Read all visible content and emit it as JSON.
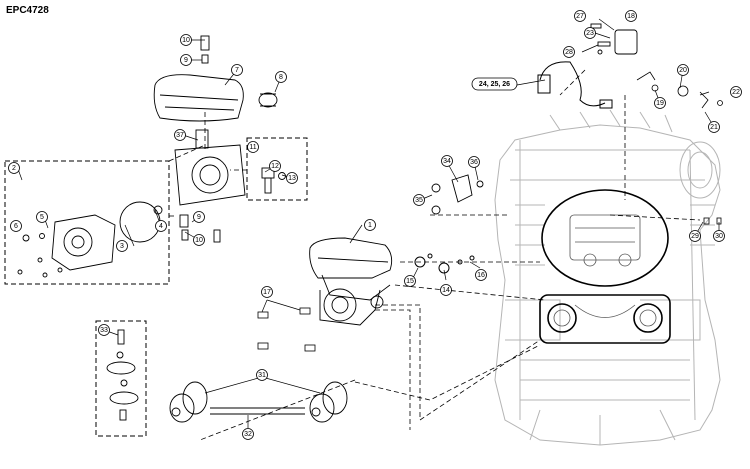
{
  "document_id": "EPC4728",
  "callouts": [
    {
      "id": "c1",
      "label": "1"
    },
    {
      "id": "c2",
      "label": "2"
    },
    {
      "id": "c3",
      "label": "3"
    },
    {
      "id": "c4",
      "label": "4"
    },
    {
      "id": "c5",
      "label": "5"
    },
    {
      "id": "c6",
      "label": "6"
    },
    {
      "id": "c7",
      "label": "7"
    },
    {
      "id": "c8",
      "label": "8"
    },
    {
      "id": "c9a",
      "label": "9"
    },
    {
      "id": "c9b",
      "label": "9"
    },
    {
      "id": "c10a",
      "label": "10"
    },
    {
      "id": "c10b",
      "label": "10"
    },
    {
      "id": "c11",
      "label": "11"
    },
    {
      "id": "c12",
      "label": "12"
    },
    {
      "id": "c13",
      "label": "13"
    },
    {
      "id": "c14",
      "label": "14"
    },
    {
      "id": "c15",
      "label": "15"
    },
    {
      "id": "c16",
      "label": "16"
    },
    {
      "id": "c17",
      "label": "17"
    },
    {
      "id": "c18",
      "label": "18"
    },
    {
      "id": "c19",
      "label": "19"
    },
    {
      "id": "c20",
      "label": "20"
    },
    {
      "id": "c21",
      "label": "21"
    },
    {
      "id": "c22",
      "label": "22"
    },
    {
      "id": "c23",
      "label": "23"
    },
    {
      "id": "c24",
      "label": "24, 25, 26"
    },
    {
      "id": "c27",
      "label": "27"
    },
    {
      "id": "c28",
      "label": "28"
    },
    {
      "id": "c29",
      "label": "29"
    },
    {
      "id": "c30",
      "label": "30"
    },
    {
      "id": "c31",
      "label": "31"
    },
    {
      "id": "c32",
      "label": "32"
    },
    {
      "id": "c33",
      "label": "33"
    },
    {
      "id": "c34",
      "label": "34"
    },
    {
      "id": "c35",
      "label": "35"
    },
    {
      "id": "c36",
      "label": "36"
    },
    {
      "id": "c37",
      "label": "37"
    }
  ]
}
